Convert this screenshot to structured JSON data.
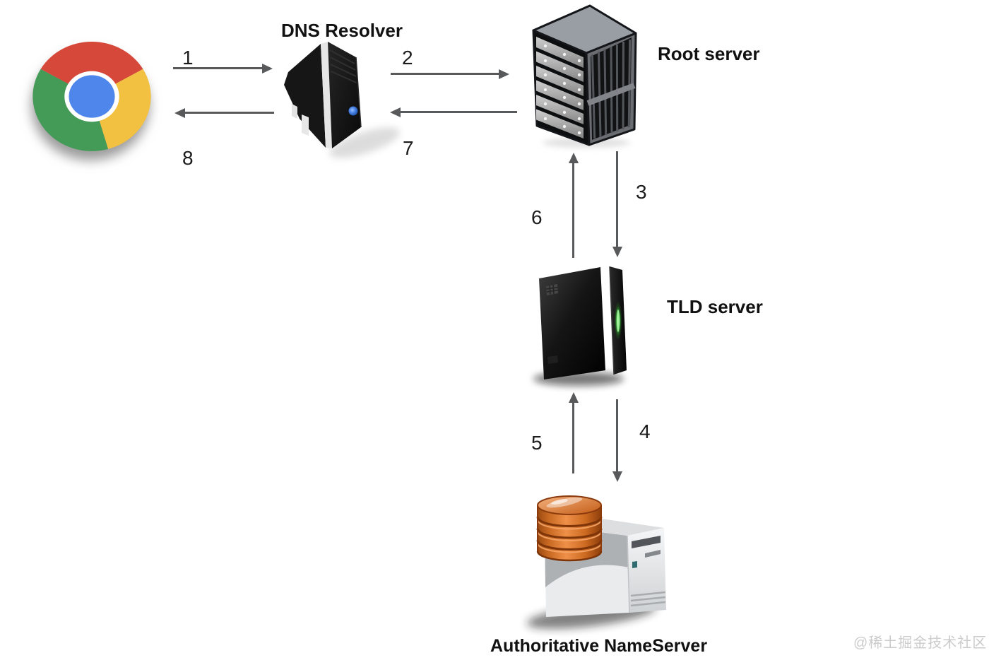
{
  "diagram": {
    "description": "DNS resolution flow",
    "watermark": "@稀土掘金技术社区",
    "nodes": {
      "browser": {
        "icon": "chrome-browser",
        "label": ""
      },
      "dns_resolver": {
        "icon": "server-tower",
        "label": "DNS Resolver"
      },
      "root_server": {
        "icon": "server-rack",
        "label": "Root server"
      },
      "tld_server": {
        "icon": "black-server-tower",
        "label": "TLD server"
      },
      "auth_ns": {
        "icon": "database-server",
        "label": "Authoritative NameServer"
      }
    },
    "steps": [
      {
        "num": "1",
        "from": "browser",
        "to": "dns_resolver",
        "direction": "right"
      },
      {
        "num": "2",
        "from": "dns_resolver",
        "to": "root_server",
        "direction": "right"
      },
      {
        "num": "3",
        "from": "root_server",
        "to": "tld_server",
        "direction": "down"
      },
      {
        "num": "4",
        "from": "tld_server",
        "to": "auth_ns",
        "direction": "down"
      },
      {
        "num": "5",
        "from": "auth_ns",
        "to": "tld_server",
        "direction": "up"
      },
      {
        "num": "6",
        "from": "tld_server",
        "to": "root_server",
        "direction": "up"
      },
      {
        "num": "7",
        "from": "root_server",
        "to": "dns_resolver",
        "direction": "left"
      },
      {
        "num": "8",
        "from": "dns_resolver",
        "to": "browser",
        "direction": "left"
      }
    ],
    "colors": {
      "background": "#ffffff",
      "arrow": "#58595b",
      "text": "#111111",
      "watermark": "#cbcbcb",
      "chrome_red": "#d6483a",
      "chrome_yellow": "#f3c141",
      "chrome_green": "#449a57",
      "chrome_blue": "#4f86ec",
      "database_orange": "#d2691e",
      "led_green": "#66e06a",
      "led_blue": "#4a85e8"
    }
  }
}
